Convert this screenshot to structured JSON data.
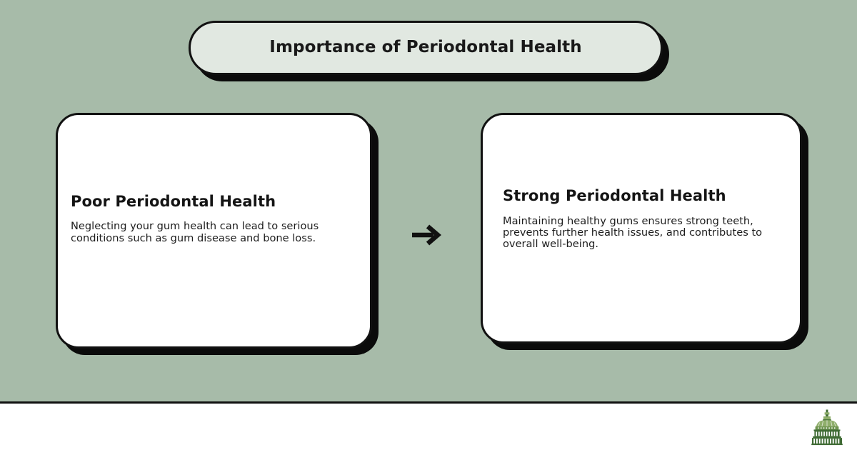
{
  "theme": {
    "background": "#a7bba9",
    "pill_fill": "#e1e8e1",
    "card_fill": "#ffffff",
    "outline": "#111111",
    "shadow": "#0b0b0b",
    "footer_fill": "#ffffff",
    "logo_light_green": "#8fae6b",
    "logo_dark_green": "#3f6b34"
  },
  "header": {
    "title": "Importance of Periodontal Health"
  },
  "comparison": {
    "connector_icon": "arrow-right-icon",
    "cards": [
      {
        "id": "poor-periodontal-health",
        "title": "Poor Periodontal Health",
        "body": "Neglecting your gum health can lead to serious conditions such as gum disease and bone loss."
      },
      {
        "id": "strong-periodontal-health",
        "title": "Strong Periodontal Health",
        "body": "Maintaining healthy gums ensures strong teeth, prevents further health issues, and contributes to overall well-being."
      }
    ]
  },
  "footer": {
    "logo_icon": "capitol-dome-icon"
  }
}
